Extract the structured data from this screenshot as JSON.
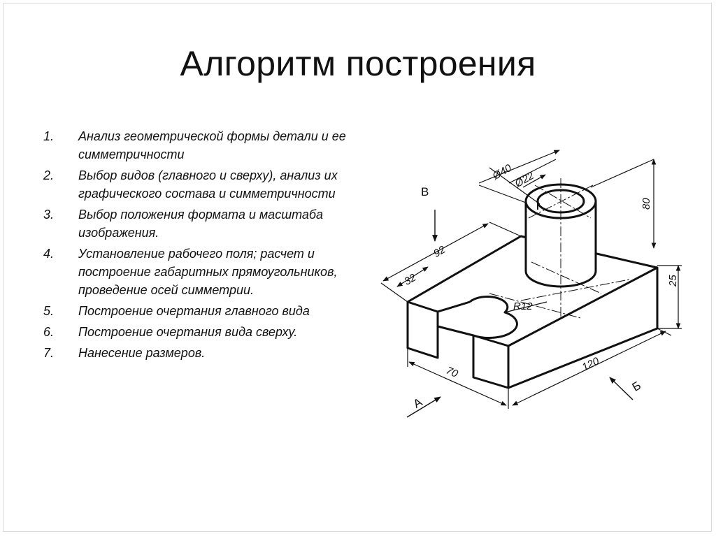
{
  "slide": {
    "title": "Алгоритм построения",
    "steps": [
      {
        "num": "1.",
        "text": "Анализ геометрической формы детали и ее симметричности"
      },
      {
        "num": "2.",
        "text": "Выбор видов (главного и сверху), анализ их графического состава и симметричности"
      },
      {
        "num": "3.",
        "text": "Выбор положения формата и масштаба изображения."
      },
      {
        "num": "4.",
        "text": "Установление рабочего поля; расчет и построение габаритных прямоугольников, проведение осей симметрии."
      },
      {
        "num": "5.",
        "text": "Построение очертания главного вида"
      },
      {
        "num": "6.",
        "text": "Построение очертания вида сверху."
      },
      {
        "num": "7.",
        "text": "Нанесение размеров."
      }
    ]
  },
  "drawing": {
    "dimensions": {
      "d40": "Ø40",
      "d22": "Ø22",
      "h80": "80",
      "l92": "92",
      "l32": "32",
      "r12": "R12",
      "h25": "25",
      "l120": "120",
      "l70": "70"
    },
    "view_labels": {
      "top": "В",
      "front": "А",
      "side": "Б"
    }
  }
}
